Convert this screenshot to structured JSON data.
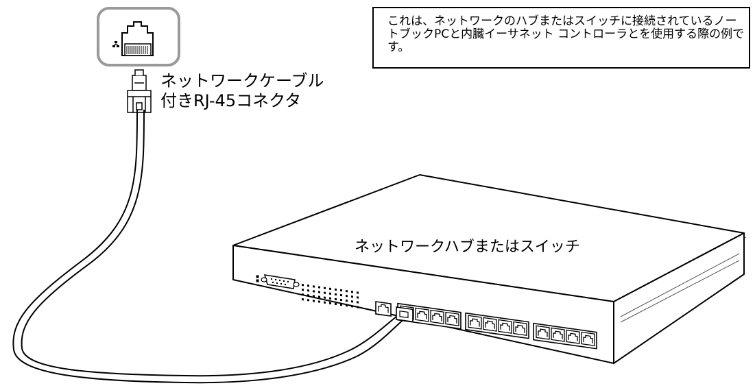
{
  "note": {
    "text": "これは、ネットワークのハブまたはスイッチに接続されているノートブックPCと内臓イーサネット コントローラとを使用する際の例です。"
  },
  "cable_label": {
    "line1": "ネットワークケーブル",
    "line2": "付きRJ-45コネクタ"
  },
  "hub_label": "ネットワークハブまたはスイッチ",
  "icons": [
    "lan-port-icon",
    "network-symbol-icon",
    "rj45-plug-icon",
    "console-port-icon"
  ],
  "colors": {
    "line": "#000000",
    "port_frame": "#9a9a9a",
    "background": "#ffffff"
  }
}
